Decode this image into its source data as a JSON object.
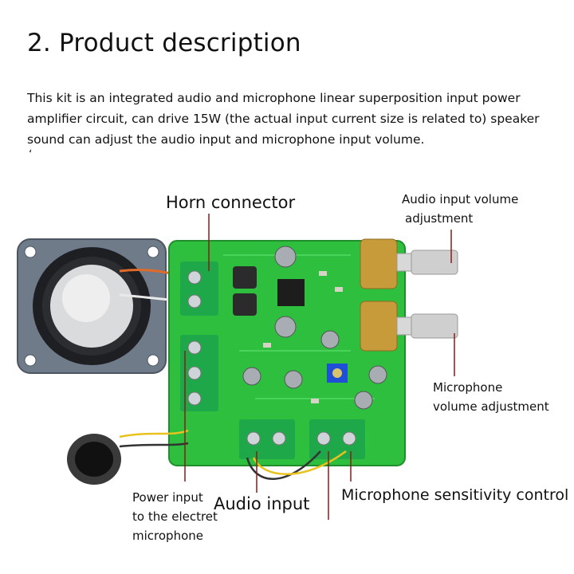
{
  "heading": "2. Product description",
  "description": "This kit is an integrated audio and microphone linear superposition input power amplifier circuit, can drive 15W (the actual input current size is related to) speaker sound can adjust the audio input and microphone input volume.",
  "tick_mark": "ʻ",
  "labels": {
    "horn_connector": "Horn connector",
    "audio_volume_line1": "Audio input volume",
    "audio_volume_line2": "adjustment",
    "mic_volume_line1": "Microphone",
    "mic_volume_line2": "volume adjustment",
    "power_line1": "Power input",
    "power_line2": "to the electret",
    "power_line3": "microphone",
    "audio_input": "Audio input",
    "mic_sensitivity": "Microphone sensitivity control"
  },
  "colors": {
    "pcb": "#2fbf3e",
    "terminal": "#1fa84a",
    "pot_body": "#c79b3a",
    "label_line": "#8a1a1a"
  }
}
